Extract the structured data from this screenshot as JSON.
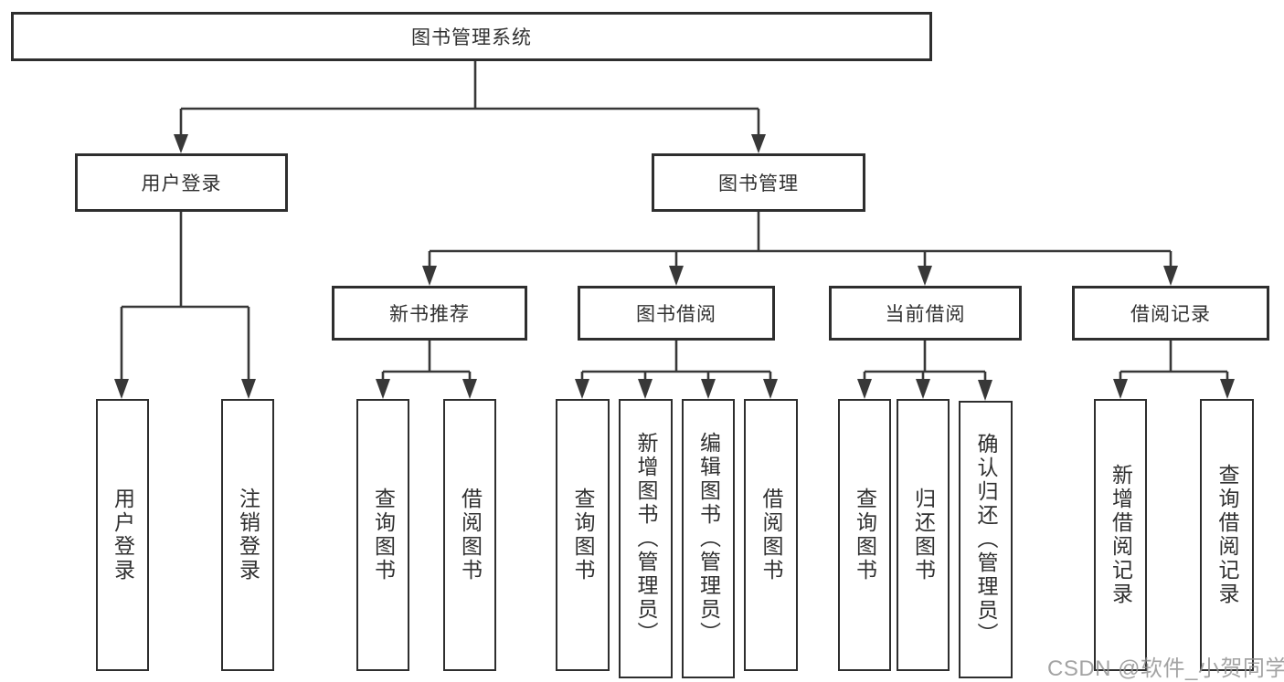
{
  "diagram": {
    "type": "tree",
    "orientation": "top-down",
    "colors": {
      "line": "#383838",
      "box_border": "#2e2e2e",
      "box_fill": "#ffffff",
      "text": "#303030",
      "watermark": "#8f8f8f"
    }
  },
  "tree": {
    "label": "图书管理系统",
    "children": [
      {
        "label": "用户登录",
        "children": [
          {
            "label": "用户登录"
          },
          {
            "label": "注销登录"
          }
        ]
      },
      {
        "label": "图书管理",
        "children": [
          {
            "label": "新书推荐",
            "children": [
              {
                "label": "查询图书"
              },
              {
                "label": "借阅图书"
              }
            ]
          },
          {
            "label": "图书借阅",
            "children": [
              {
                "label": "查询图书"
              },
              {
                "label": "新增图书（管理员）"
              },
              {
                "label": "编辑图书（管理员）"
              },
              {
                "label": "借阅图书"
              }
            ]
          },
          {
            "label": "当前借阅",
            "children": [
              {
                "label": "查询图书"
              },
              {
                "label": "归还图书"
              },
              {
                "label": "确认归还（管理员）"
              }
            ]
          },
          {
            "label": "借阅记录",
            "children": [
              {
                "label": "新增借阅记录"
              },
              {
                "label": "查询借阅记录"
              }
            ]
          }
        ]
      }
    ]
  },
  "watermark": {
    "text": "CSDN @软件_小贺同学"
  }
}
